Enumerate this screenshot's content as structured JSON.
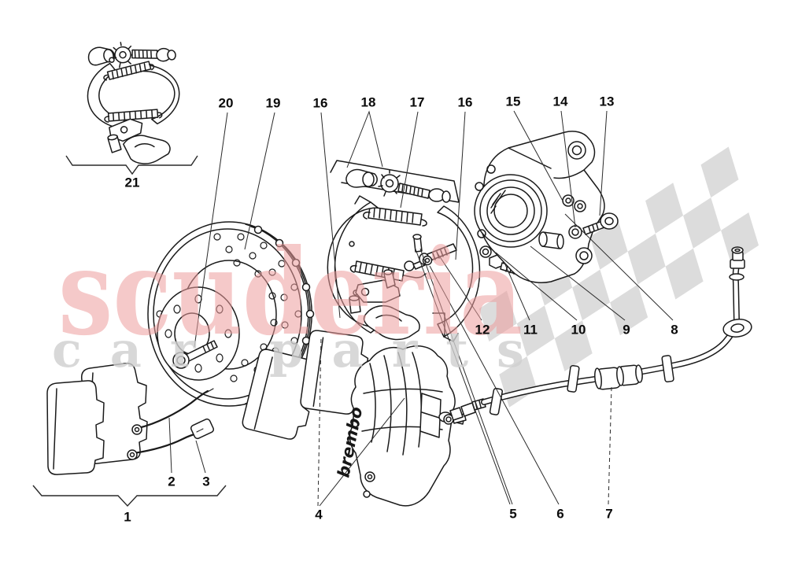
{
  "watermark": {
    "title": "scuderia",
    "subtitle": "car parts",
    "title_color": "#ee9e9e",
    "subtitle_color": "#cfcfcf"
  },
  "caliper_brand": "brembo",
  "colors": {
    "line": "#1a1a1a",
    "checker": "#d6d6d6",
    "background": "#ffffff"
  },
  "callouts": {
    "n1": "1",
    "n2": "2",
    "n3": "3",
    "n4": "4",
    "n5": "5",
    "n6": "6",
    "n7": "7",
    "n8": "8",
    "n9": "9",
    "n10": "10",
    "n11": "11",
    "n12": "12",
    "n13": "13",
    "n14": "14",
    "n15": "15",
    "n16": "16",
    "n17": "17",
    "n18": "18",
    "n19": "19",
    "n20": "20",
    "n21": "21"
  }
}
